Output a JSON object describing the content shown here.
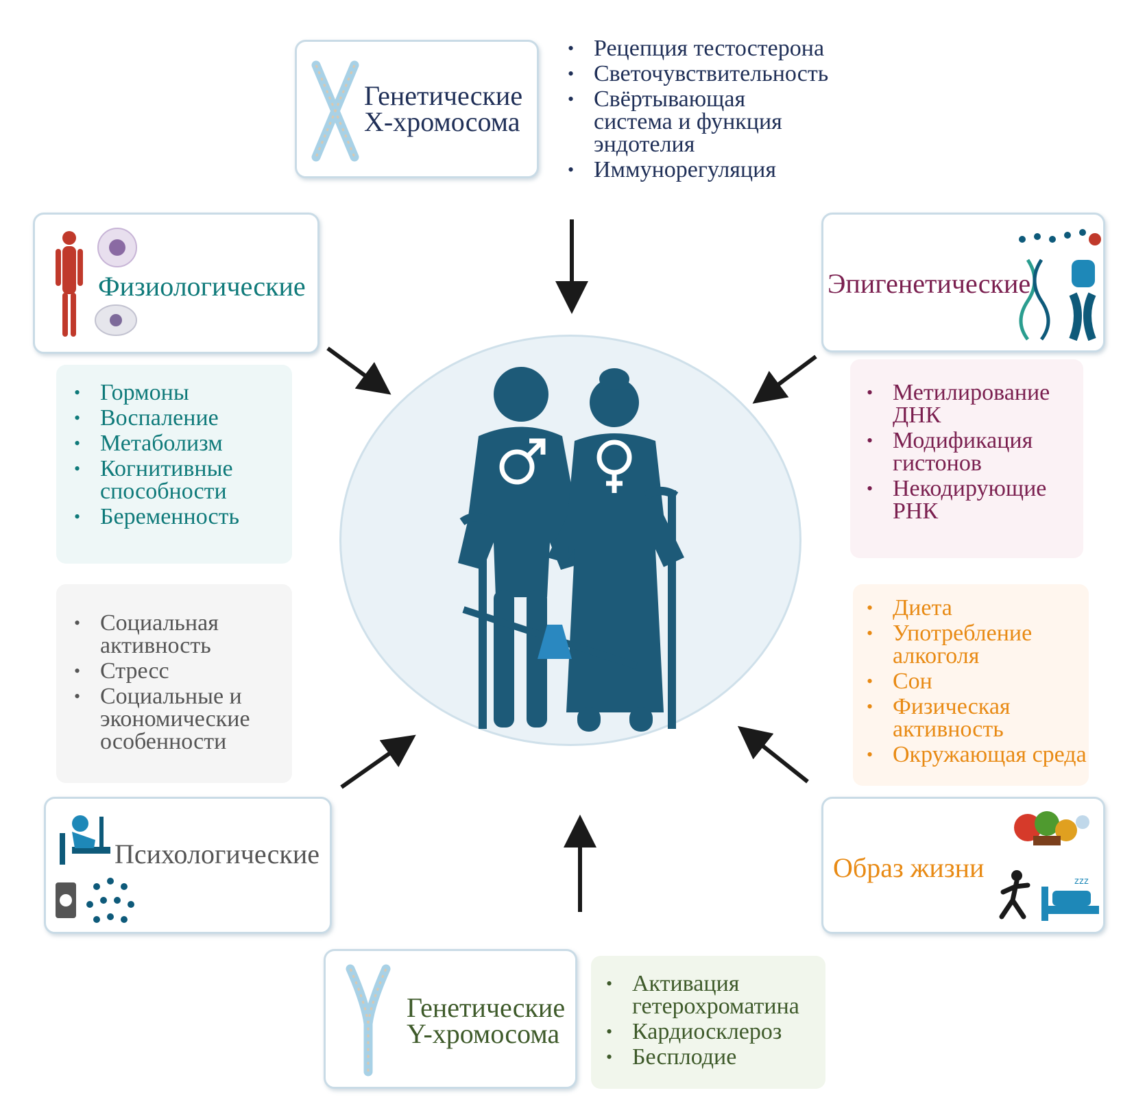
{
  "center": {
    "figure": "elderly-couple-with-canes",
    "symbols": [
      "♂",
      "♀"
    ],
    "accent": "#1d5a78",
    "seesaw": "balance"
  },
  "genetic_x": {
    "title_line1": "Генетические",
    "title_line2": "Х-хромосома",
    "color": "#1f2f57",
    "items": [
      "Рецепция тестостерона",
      "Светочувствительность",
      "Свёртывающая система и функция эндотелия",
      "Иммунорегуляция"
    ]
  },
  "physiological": {
    "title": "Физиологические",
    "color": "#0f7a7a",
    "items": [
      "Гормоны",
      "Воспаление",
      "Метаболизм",
      "Когнитивные способности",
      "Беременность"
    ]
  },
  "epigenetic": {
    "title": "Эпигенетические",
    "color": "#7a1f4f",
    "items": [
      "Метилирование ДНК",
      "Модификация гистонов",
      "Некодирующие РНК"
    ]
  },
  "psychological": {
    "title": "Психологические",
    "color": "#555555",
    "items": [
      "Социальная активность",
      "Стресс",
      "Социальные и экономические особенности"
    ]
  },
  "lifestyle": {
    "title": "Образ жизни",
    "color": "#e88a14",
    "items": [
      "Диета",
      "Употребление алкоголя",
      "Сон",
      "Физическая активность",
      "Окружающая среда"
    ]
  },
  "genetic_y": {
    "title_line1": "Генетические",
    "title_line2": "Y-хромосома",
    "color": "#3e5a2a",
    "items": [
      "Активация гетерохроматина",
      "Кардиосклероз",
      "Бесплодие"
    ]
  }
}
